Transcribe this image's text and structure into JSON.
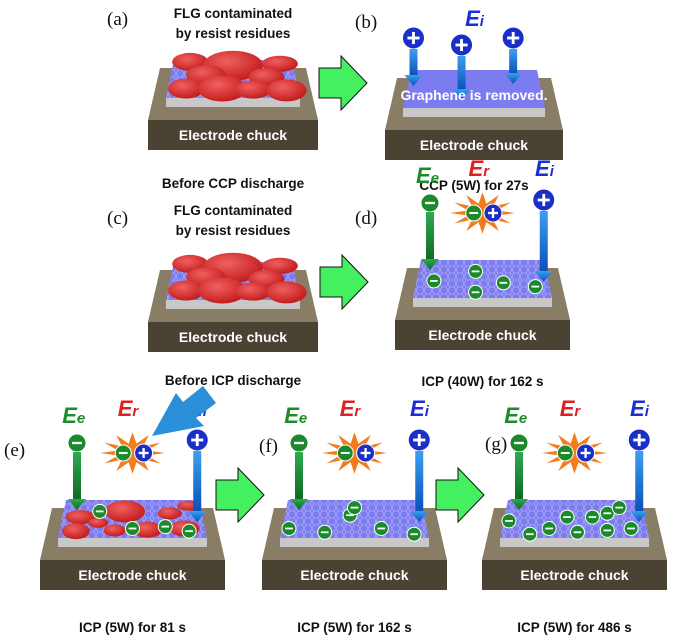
{
  "panels": [
    {
      "id": "a",
      "label": "(a)",
      "title_lines": [
        "FLG contaminated",
        "by resist residues"
      ],
      "chuck": "Electrode chuck",
      "caption": "Before CCP discharge",
      "state": "contaminated",
      "residues": "many",
      "electrons": 0,
      "show_Ee": false,
      "show_Er": false,
      "show_Ei": false
    },
    {
      "id": "b",
      "label": "(b)",
      "title_lines": [],
      "chuck": "Electrode chuck",
      "caption": "CCP (5W) for 27s",
      "state": "removed",
      "overlay_text": "Graphene is removed.",
      "show_Ei_triple": true
    },
    {
      "id": "c",
      "label": "(c)",
      "title_lines": [
        "FLG contaminated",
        "by resist residues"
      ],
      "chuck": "Electrode chuck",
      "caption": "Before ICP discharge",
      "state": "contaminated",
      "residues": "many",
      "electrons": 0
    },
    {
      "id": "d",
      "label": "(d)",
      "title_lines": [],
      "chuck": "Electrode chuck",
      "caption": "ICP (40W) for 162 s",
      "state": "clean",
      "electrons": 5,
      "show_Ee": true,
      "show_Er": true,
      "show_Ei": true
    },
    {
      "id": "e",
      "label": "(e)",
      "title_lines": [],
      "chuck": "Electrode chuck",
      "caption": "ICP (5W) for 81 s",
      "state": "partial",
      "residues": "few",
      "electrons": 4,
      "show_Ee": true,
      "show_Er": true,
      "show_Ei": true
    },
    {
      "id": "f",
      "label": "(f)",
      "title_lines": [],
      "chuck": "Electrode chuck",
      "caption": "ICP (5W) for 162 s",
      "state": "clean",
      "electrons": 6,
      "show_Ee": true,
      "show_Er": true,
      "show_Ei": true
    },
    {
      "id": "g",
      "label": "(g)",
      "title_lines": [],
      "chuck": "Electrode chuck",
      "caption": "ICP (5W) for 486 s",
      "state": "clean",
      "electrons": 10,
      "show_Ee": true,
      "show_Er": true,
      "show_Ei": true
    }
  ],
  "field_labels": {
    "Ee": {
      "main": "E",
      "sub": "e",
      "color": "#1e8c2a"
    },
    "Er": {
      "main": "E",
      "sub": "r",
      "color": "#e0201c"
    },
    "Ei": {
      "main": "E",
      "sub": "i",
      "color": "#1a2fd6"
    }
  },
  "symbols": {
    "plus": "+",
    "minus": "−"
  },
  "colors": {
    "graphene": "#7c7cf0",
    "residue": "#dd3535",
    "chuck_top": "#8a7d66",
    "chuck_front": "#4a4334",
    "substrate": "#c8c8c8",
    "arrow_green": "#44f060",
    "arrow_blue": "#2a8fd8",
    "ion": "#1a2fc8",
    "electron": "#1a8a2a",
    "burst": "#f57c1c"
  }
}
